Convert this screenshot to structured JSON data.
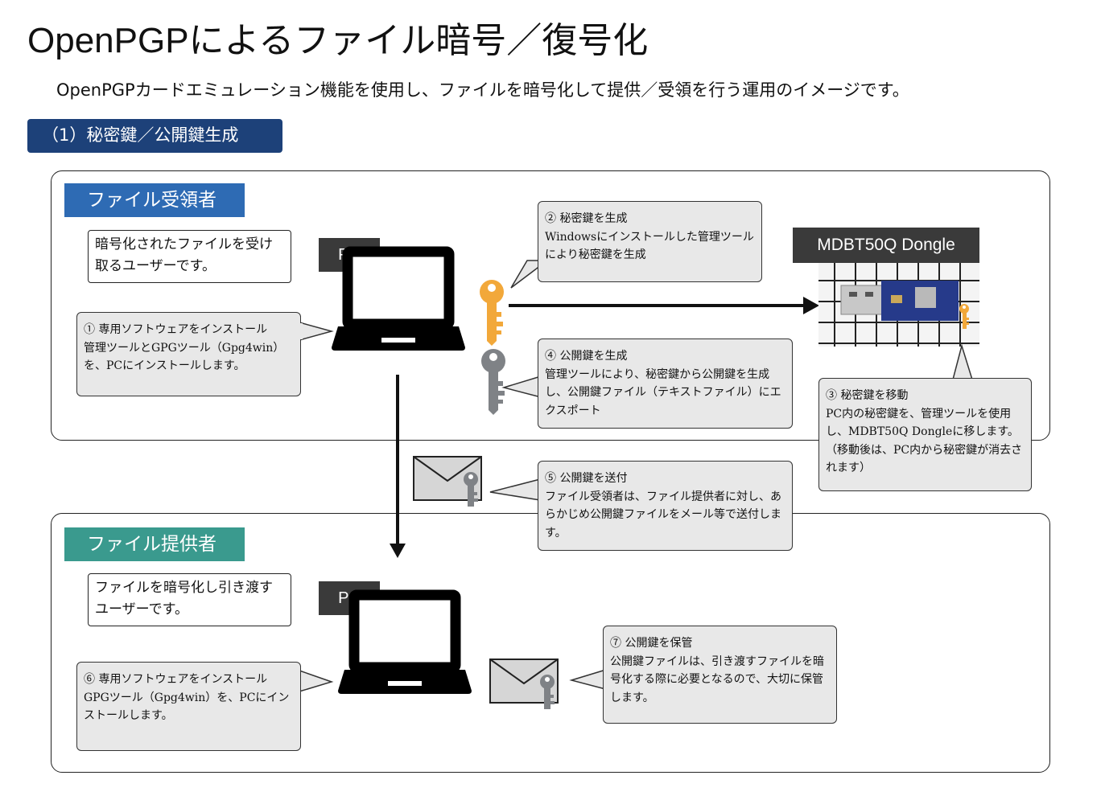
{
  "title": "OpenPGPによるファイル暗号／復号化",
  "subtitle": "OpenPGPカードエミュレーション機能を使用し、ファイルを暗号化して提供／受領を行う運用のイメージです。",
  "section_label": "（1）秘密鍵／公開鍵生成",
  "receiver": {
    "role": "ファイル受領者",
    "description": "暗号化されたファイルを受け取るユーザーです。",
    "pc_label": "PC"
  },
  "provider": {
    "role": "ファイル提供者",
    "description": "ファイルを暗号化し引き渡すユーザーです。",
    "pc_label": "PC"
  },
  "dongle_label": "MDBT50Q Dongle",
  "steps": {
    "s1": {
      "head": "① 専用ソフトウェアをインストール",
      "body": "管理ツールとGPGツール（Gpg4win）を、PCにインストールします。"
    },
    "s2": {
      "head": "② 秘密鍵を生成",
      "body": "Windowsにインストールした管理ツールにより秘密鍵を生成"
    },
    "s3": {
      "head": "③ 秘密鍵を移動",
      "body": "PC内の秘密鍵を、管理ツールを使用し、MDBT50Q Dongleに移します。（移動後は、PC内から秘密鍵が消去されます）"
    },
    "s4": {
      "head": "④ 公開鍵を生成",
      "body": "管理ツールにより、秘密鍵から公開鍵を生成し、公開鍵ファイル（テキストファイル）にエクスポート"
    },
    "s5": {
      "head": "⑤ 公開鍵を送付",
      "body": "ファイル受領者は、ファイル提供者に対し、あらかじめ公開鍵ファイルをメール等で送付します。"
    },
    "s6": {
      "head": "⑥ 専用ソフトウェアをインストール",
      "body": "GPGツール（Gpg4win）を、PCにインストールします。"
    },
    "s7": {
      "head": "⑦ 公開鍵を保管",
      "body": "公開鍵ファイルは、引き渡すファイルを暗号化する際に必要となるので、大切に保管します。"
    }
  },
  "colors": {
    "section_bg": "#1d4179",
    "receiver_role_bg": "#2e6bb4",
    "provider_role_bg": "#3a9a8e",
    "secret_key": "#f2a83a",
    "public_key": "#7f8286",
    "callout_bg": "#e8e8e8"
  },
  "icons": [
    "laptop-icon",
    "secret-key-icon",
    "public-key-icon",
    "envelope-icon",
    "usb-dongle-photo"
  ]
}
